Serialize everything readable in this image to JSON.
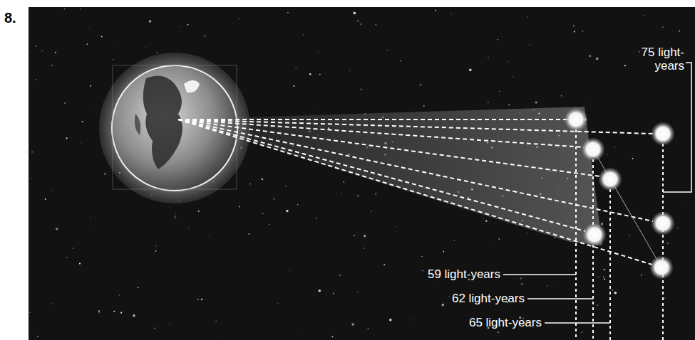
{
  "diagram": {
    "labels": [
      "8.",
      "75 light-years",
      "59 light-years",
      "62 light-years",
      "65 light-years"
    ]
  }
}
